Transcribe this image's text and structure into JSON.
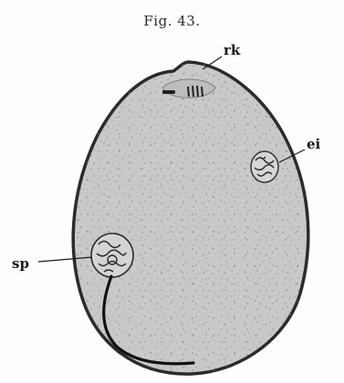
{
  "figure": {
    "title": "Fig. 43.",
    "labels": {
      "rk": "rk",
      "ei": "ei",
      "sp": "sp"
    }
  },
  "colors": {
    "cytoplasm": "#c9c9c9",
    "membrane": "#2b2b2b",
    "ink": "#1a1a1a"
  }
}
